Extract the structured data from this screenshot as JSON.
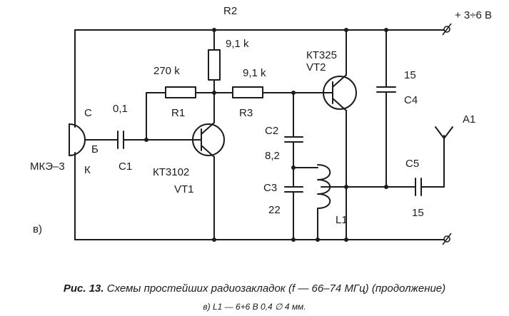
{
  "labels": {
    "r2": "R2",
    "supply": "+ 3÷6 В",
    "r2_value": "9,1 k",
    "r1_value": "270 k",
    "r1": "R1",
    "r3_value": "9,1 k",
    "r3": "R3",
    "vt2_type": "КТ325",
    "vt2": "VT2",
    "c4_value": "15",
    "c4": "C4",
    "a1": "A1",
    "mic_c": "С",
    "c1_value": "0,1",
    "mic_b": "Б",
    "c1": "C1",
    "mic": "МКЭ–3",
    "mic_k": "К",
    "vt1_type": "КТ3102",
    "vt1": "VT1",
    "c2": "C2",
    "c2_value": "8,2",
    "c3": "C3",
    "c3_value": "22",
    "c5": "C5",
    "c5_value": "15",
    "l1": "L1",
    "variant": "в)"
  },
  "caption": {
    "prefix": "Рис. 13.",
    "title": "Схемы простейших радиозакладок (f — 66–74 МГц) (продолжение)",
    "note": "в) L1 — 6+6 В 0,4 ∅ 4 мм."
  }
}
